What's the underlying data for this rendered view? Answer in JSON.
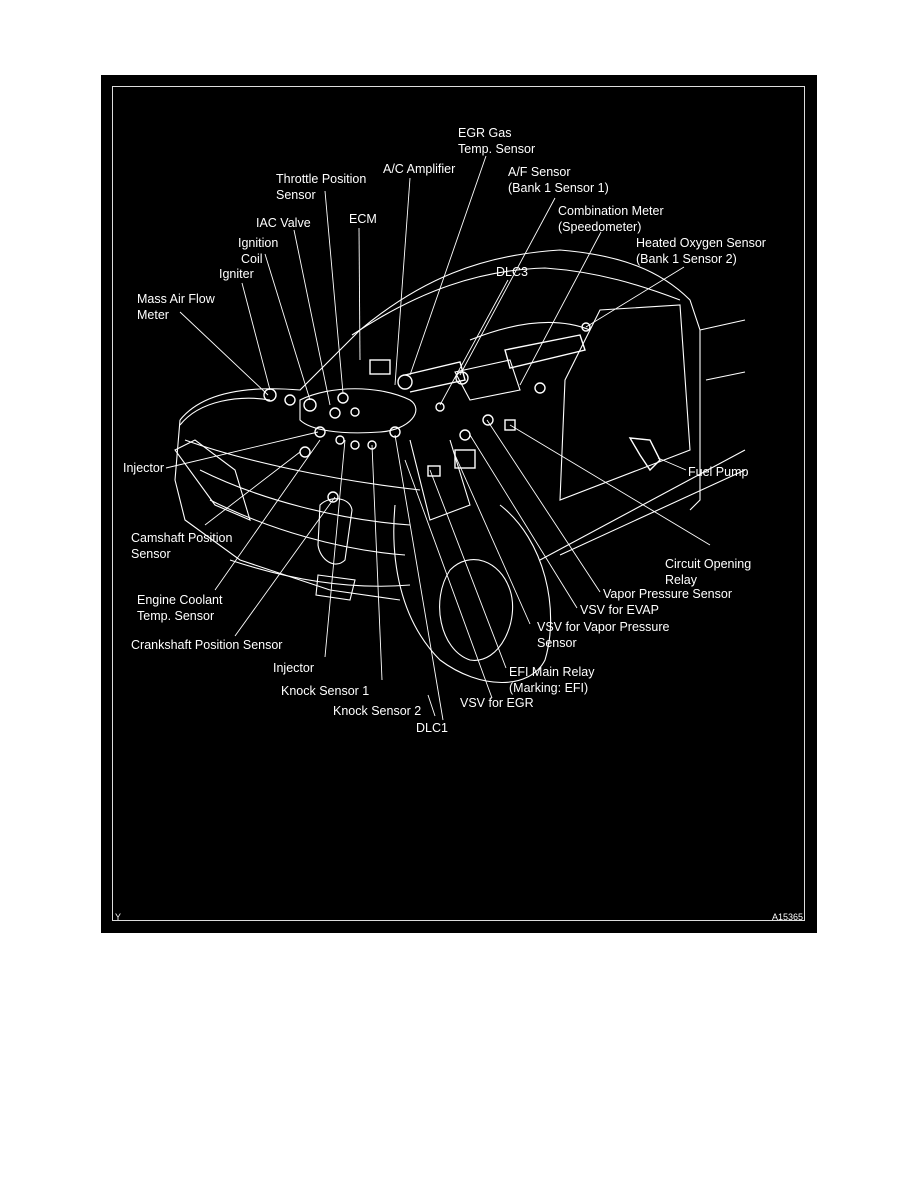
{
  "diagram": {
    "labels": {
      "egr_gas_temp_sensor": [
        "EGR Gas",
        "Temp. Sensor"
      ],
      "ac_amplifier": "A/C Amplifier",
      "af_sensor": [
        "A/F Sensor",
        "(Bank 1 Sensor 1)"
      ],
      "throttle_position_sensor": [
        "Throttle Position",
        "Sensor"
      ],
      "combination_meter": [
        "Combination Meter",
        "(Speedometer)"
      ],
      "iac_valve": "IAC Valve",
      "ecm": "ECM",
      "ignition_coil": [
        "Ignition",
        "Coil"
      ],
      "heated_oxygen_sensor": [
        "Heated Oxygen Sensor",
        "(Bank 1 Sensor 2)"
      ],
      "dlc3": "DLC3",
      "igniter": "Igniter",
      "mass_air_flow_meter": [
        "Mass Air Flow",
        "Meter"
      ],
      "injector_left": "Injector",
      "fuel_pump": "Fuel Pump",
      "camshaft_position_sensor": [
        "Camshaft Position",
        "Sensor"
      ],
      "circuit_opening_relay": [
        "Circuit Opening",
        "Relay"
      ],
      "vapor_pressure_sensor": "Vapor Pressure Sensor",
      "engine_coolant_temp_sensor": [
        "Engine Coolant",
        "Temp. Sensor"
      ],
      "vsv_for_evap": "VSV for EVAP",
      "vsv_for_vapor_pressure_sensor": [
        "VSV for Vapor Pressure",
        "Sensor"
      ],
      "crankshaft_position_sensor": "Crankshaft Position Sensor",
      "injector_bottom": "Injector",
      "efi_main_relay": [
        "EFI Main Relay",
        "(Marking: EFI)"
      ],
      "knock_sensor_1": "Knock Sensor 1",
      "knock_sensor_2": "Knock Sensor 2",
      "vsv_for_egr": "VSV for EGR",
      "dlc1": "DLC1"
    },
    "corner_left": "Y",
    "corner_right": "A15365"
  }
}
